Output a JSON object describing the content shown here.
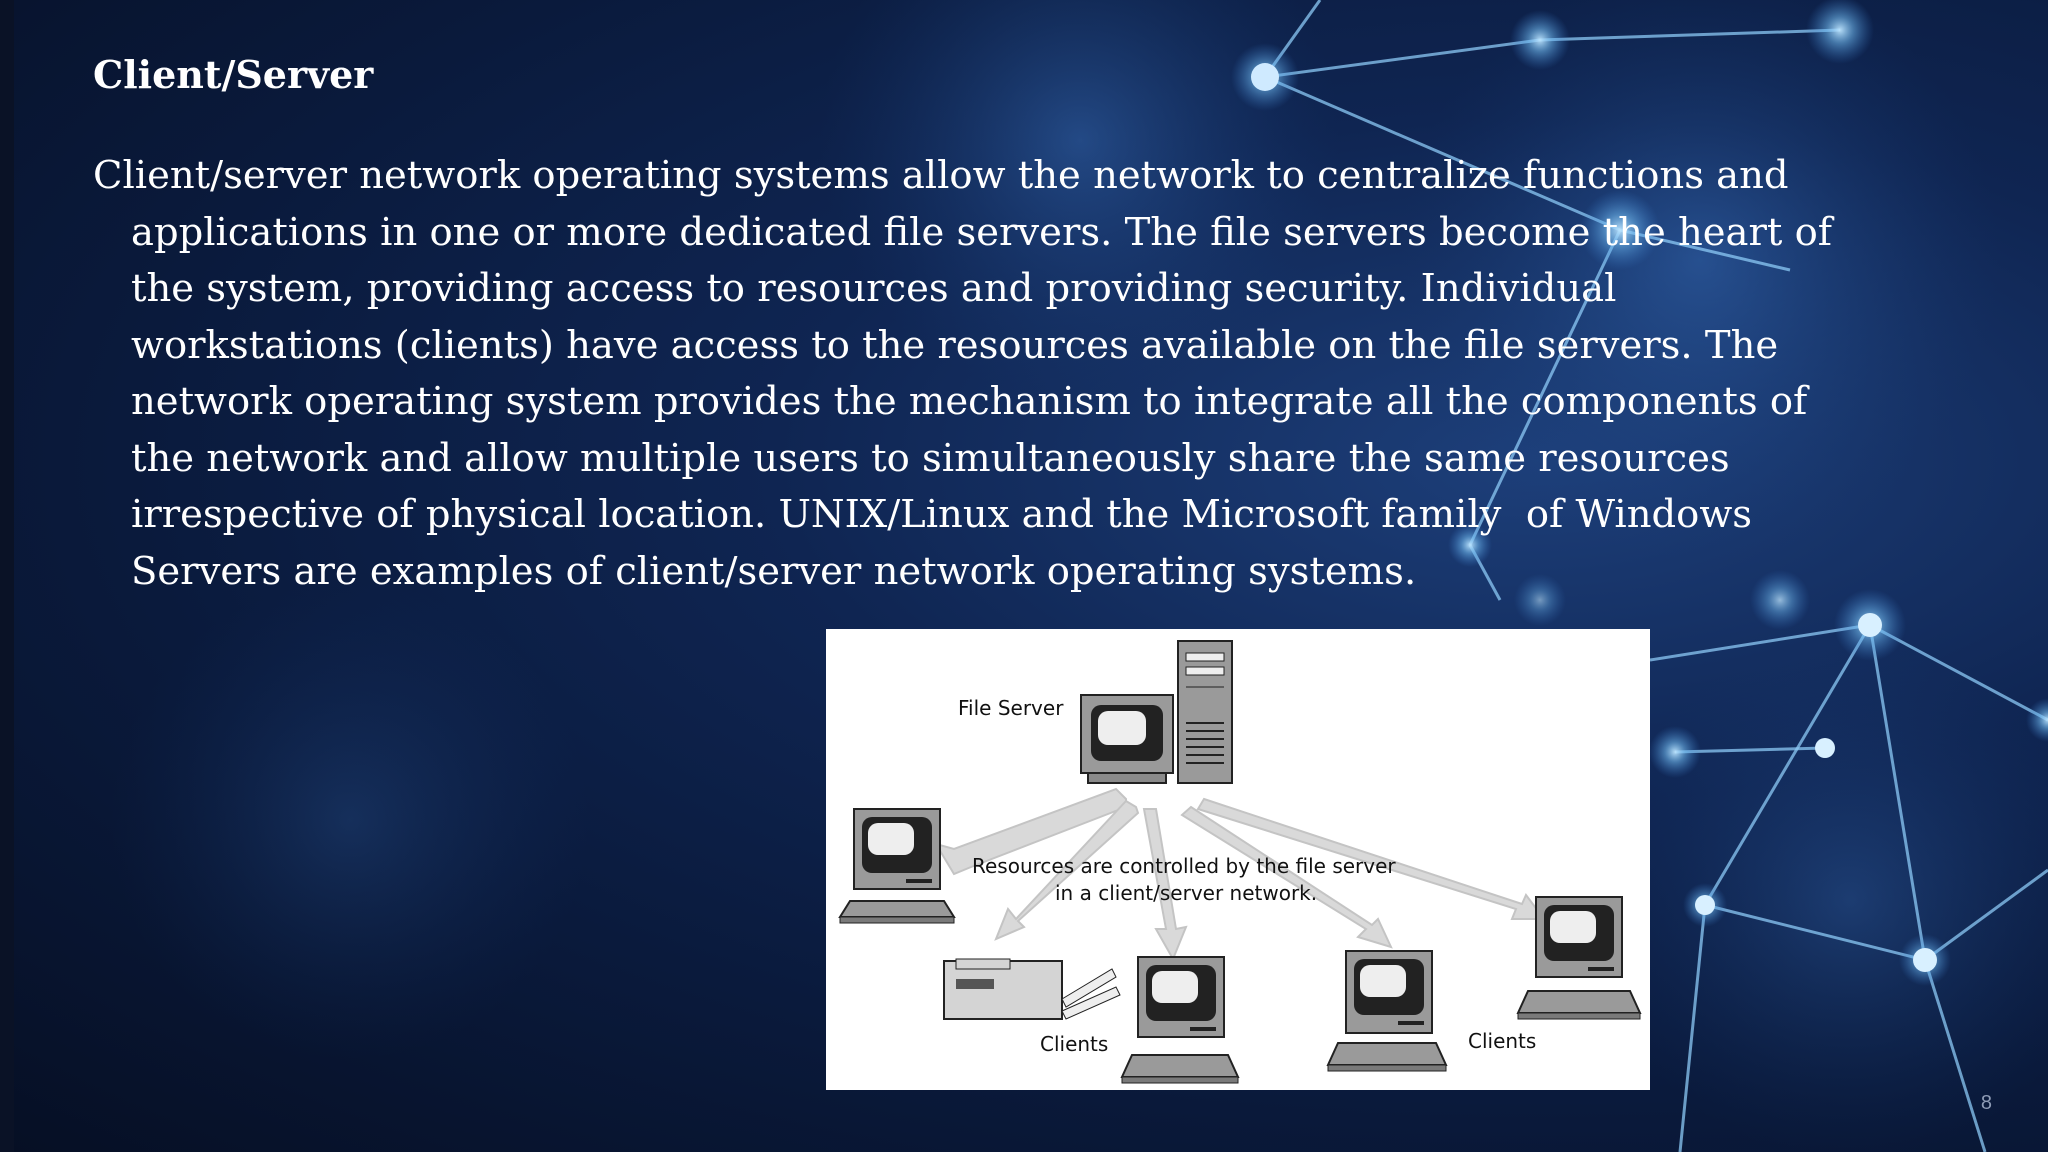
{
  "slide": {
    "title": "Client/Server",
    "body": "Client/server network operating systems allow the network to centralize functions and\napplications in one or more dedicated file servers. The file servers become the heart of\nthe system, providing access to resources and providing security. Individual\nworkstations (clients) have access to the resources available on the file servers. The\nnetwork operating system provides the mechanism to integrate all the components of\nthe network and allow multiple users to simultaneously share the same resources\nirrespective of physical location. UNIX/Linux and the Microsoft family  of Windows\nServers are examples of client/server network operating systems.",
    "page_number": "8"
  },
  "diagram": {
    "file_server_label": "File Server",
    "caption_line1": "Resources are controlled by the file server",
    "caption_line2": "in a client/server network.",
    "clients_label_left": "Clients",
    "clients_label_right": "Clients"
  },
  "colors": {
    "background": "#0f2552",
    "text": "#ffffff",
    "node_glow": "#7fc6ff"
  }
}
